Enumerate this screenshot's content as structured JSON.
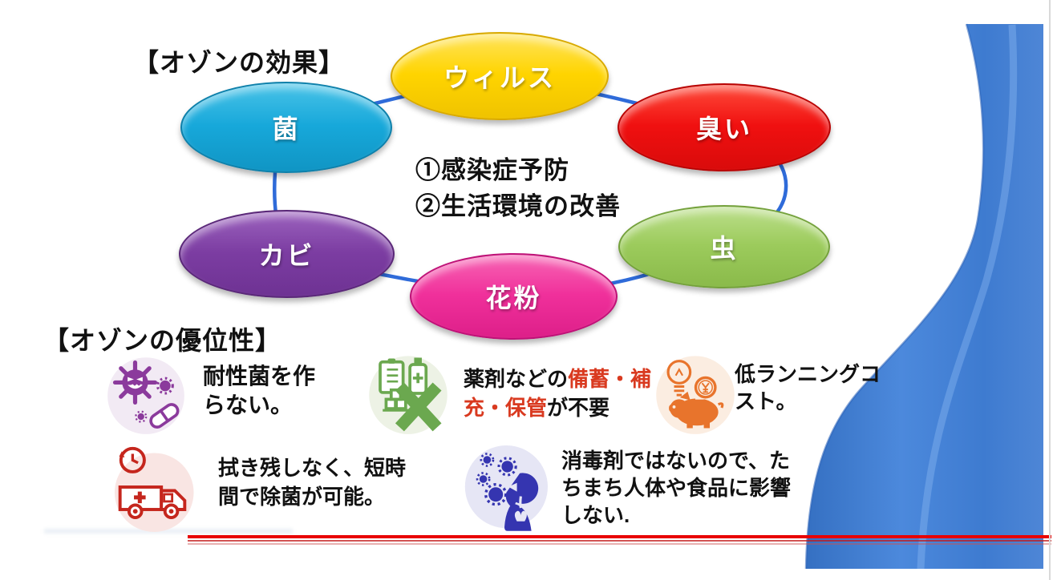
{
  "slide": {
    "section_effects_title": "【オゾンの効果】",
    "section_advantages_title": "【オゾンの優位性】",
    "center_text": {
      "line1": "①感染症予防",
      "line2": "②生活環境の改善"
    },
    "effects": [
      {
        "label": "菌",
        "color": "#17A8DA"
      },
      {
        "label": "ウィルス",
        "color": "#FFD400"
      },
      {
        "label": "臭い",
        "color": "#F01010"
      },
      {
        "label": "虫",
        "color": "#9CCB5C"
      },
      {
        "label": "カビ",
        "color": "#7C3DA2"
      },
      {
        "label": "花粉",
        "color": "#F0309B"
      }
    ],
    "advantages": [
      {
        "icon": "resistant-bacteria-icon",
        "color": "#8B3A9C",
        "text": "耐性菌を作らない。"
      },
      {
        "icon": "no-chemical-stock-icon",
        "color": "#6BA84F",
        "parts": [
          {
            "text": "薬剤などの"
          },
          {
            "text": "備蓄・補充・保管",
            "highlight": true
          },
          {
            "text": "が不要"
          }
        ],
        "highlight_color": "#D93A20"
      },
      {
        "icon": "low-running-cost-icon",
        "color": "#E8742C",
        "text": "低ランニングコスト。"
      },
      {
        "icon": "fast-disinfection-icon",
        "color": "#C5261D",
        "text": "拭き残しなく、短時間で除菌が可能。"
      },
      {
        "icon": "human-safe-icon",
        "color": "#3535B0",
        "text": "消毒剤ではないので、たちまち人体や食品に影響しない."
      }
    ],
    "connector_color": "#2F6BD9",
    "accent_line_color": "#E80202",
    "wave_color": "#3E7BD0"
  }
}
